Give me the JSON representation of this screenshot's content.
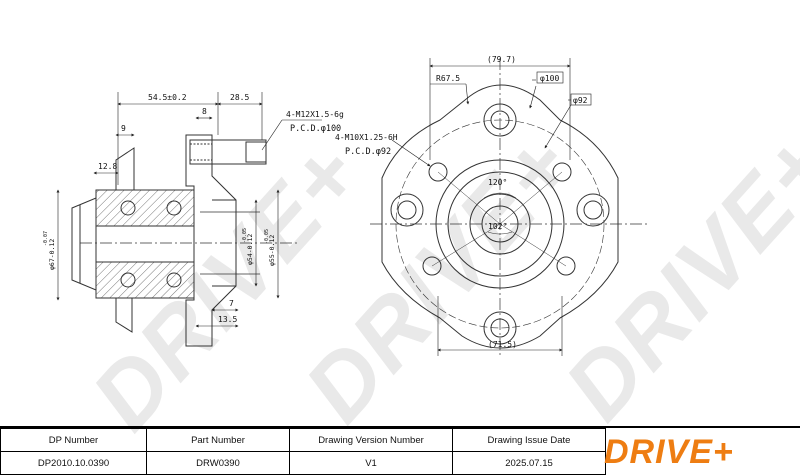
{
  "brand": "DRIVE+",
  "colors": {
    "accent": "#ee7d12",
    "line": "#333333",
    "watermark": "#e9e9e9"
  },
  "side_view": {
    "dim_total_length": "54.5±0.2",
    "dim_stud_length": "28.5",
    "dim_flange": "8",
    "dim_offset": "9",
    "dim_pilot": "12.8",
    "dim_bore": "φ67-0.12",
    "dim_bore_tol": "-0.07",
    "dim_seal": "φ54-0.12",
    "dim_seal_tol": "-0.05",
    "dim_outer": "φ55-0.12",
    "dim_outer_tol": "-0.05",
    "dim_seat": "7",
    "dim_seat_depth": "13.5",
    "stud_thread": "4-M12X1.5-6g",
    "stud_pcd": "P.C.D.φ100"
  },
  "front_view": {
    "dim_width": "(79.7)",
    "dim_radius": "R67.5",
    "dim_pcd1": "φ100",
    "dim_pcd2": "φ92",
    "mount_thread": "4-M10X1.25-6H",
    "mount_pcd": "P.C.D.φ92",
    "angle1": "120°",
    "angle2": "102°",
    "dim_base": "(71.5)"
  },
  "title_block": {
    "headers": [
      "DP Number",
      "Part Number",
      "Drawing Version Number",
      "Drawing Issue Date"
    ],
    "values": [
      "DP2010.10.0390",
      "DRW0390",
      "V1",
      "2025.07.15"
    ]
  }
}
